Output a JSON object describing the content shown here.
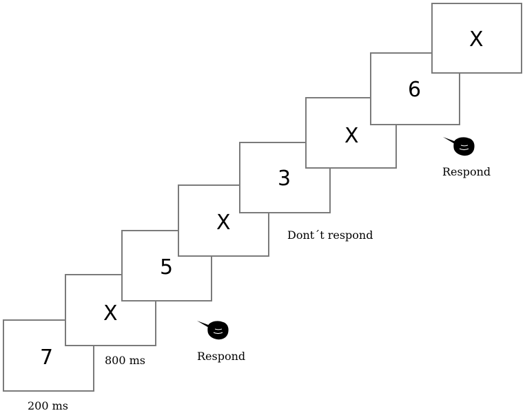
{
  "stimuli": [
    "7",
    "X",
    "5",
    "X",
    "3",
    "X",
    "6",
    "X"
  ],
  "labels": {
    "stimulus_duration": "200 ms",
    "interval_duration": "800 ms",
    "respond_1": "Respond",
    "dont_respond": "Dont´t respond",
    "respond_2": "Respond"
  },
  "icons": {
    "response": "pointing-hand-icon"
  },
  "colors": {
    "frame_border": "#7a7a7a",
    "text": "#000000",
    "background": "#ffffff"
  }
}
